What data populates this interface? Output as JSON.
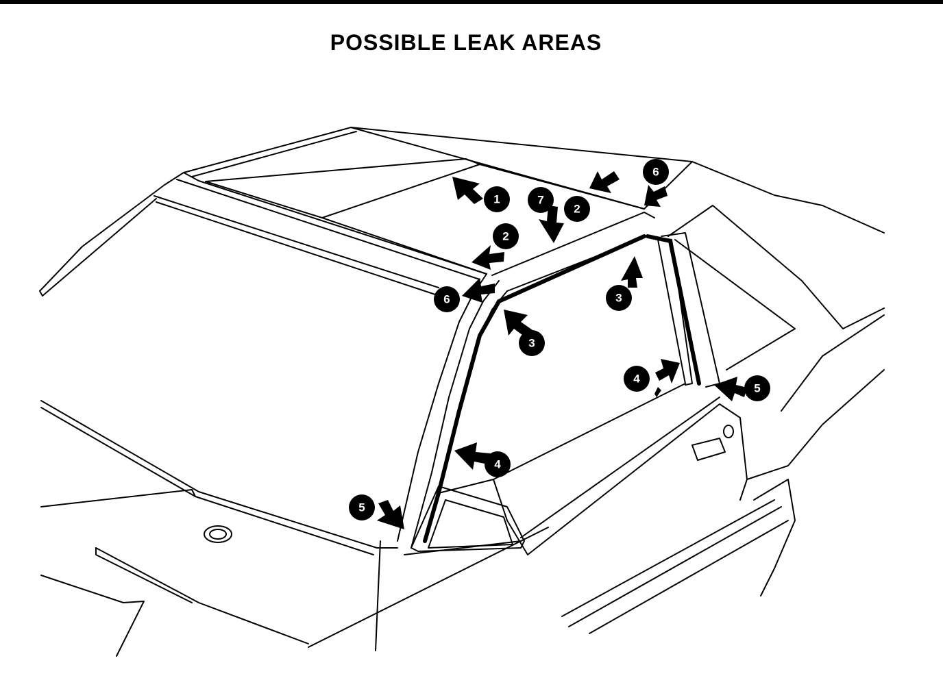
{
  "title": "POSSIBLE LEAK AREAS",
  "callouts": [
    {
      "id": "c1",
      "label": "1"
    },
    {
      "id": "c2a",
      "label": "2"
    },
    {
      "id": "c2b",
      "label": "2"
    },
    {
      "id": "c7",
      "label": "7"
    },
    {
      "id": "c6a",
      "label": "6"
    },
    {
      "id": "c6b",
      "label": "6"
    },
    {
      "id": "c3a",
      "label": "3"
    },
    {
      "id": "c3b",
      "label": "3"
    },
    {
      "id": "c4a",
      "label": "4"
    },
    {
      "id": "c4b",
      "label": "4"
    },
    {
      "id": "c5a",
      "label": "5"
    },
    {
      "id": "c5b",
      "label": "5"
    }
  ],
  "colors": {
    "ink": "#000000",
    "paper": "#ffffff"
  }
}
